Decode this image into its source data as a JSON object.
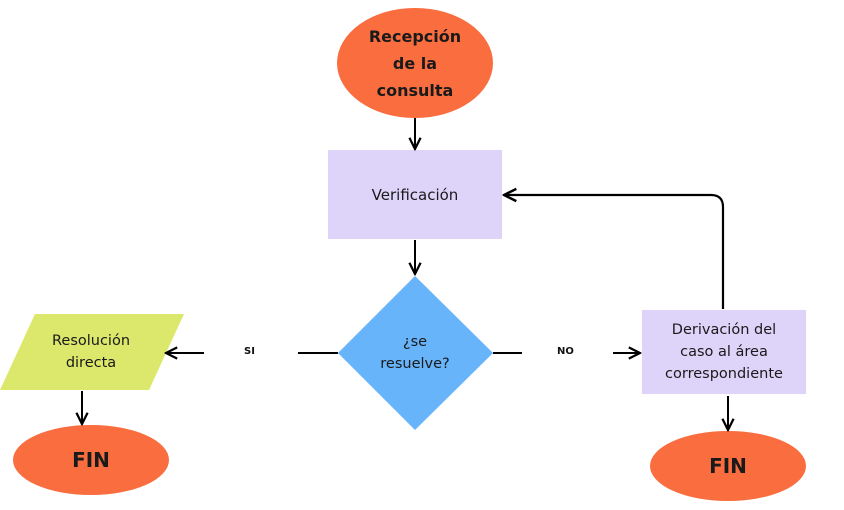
{
  "colors": {
    "terminal": "#F96D3F",
    "process": "#DED3F8",
    "decision": "#67B4FB",
    "io": "#DCE86B",
    "line": "#000000",
    "background": "#FFFFFF"
  },
  "nodes": {
    "start": {
      "type": "terminal",
      "text": "Recepción de la consulta",
      "lines": [
        "Recepción",
        "de la",
        "consulta"
      ]
    },
    "verify": {
      "type": "process",
      "text": "Verificación"
    },
    "decision": {
      "type": "decision",
      "lines": [
        "¿se",
        "resuelve?"
      ]
    },
    "resolve": {
      "type": "io",
      "lines": [
        "Resolución",
        "directa"
      ]
    },
    "derive": {
      "type": "process",
      "lines": [
        "Derivación del",
        "caso al área",
        "correspondiente"
      ]
    },
    "end_left": {
      "type": "terminal",
      "text": "FIN"
    },
    "end_right": {
      "type": "terminal",
      "text": "FIN"
    }
  },
  "edges": [
    {
      "from": "start",
      "to": "verify",
      "label": ""
    },
    {
      "from": "verify",
      "to": "decision",
      "label": ""
    },
    {
      "from": "decision",
      "to": "resolve",
      "label": "SI"
    },
    {
      "from": "decision",
      "to": "derive",
      "label": "NO"
    },
    {
      "from": "resolve",
      "to": "end_left",
      "label": ""
    },
    {
      "from": "derive",
      "to": "end_right",
      "label": ""
    },
    {
      "from": "derive",
      "to": "verify",
      "label": ""
    }
  ]
}
